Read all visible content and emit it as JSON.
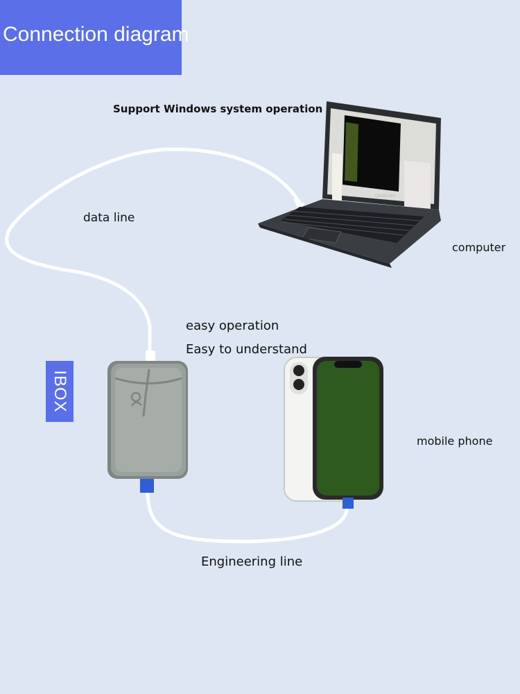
{
  "title": "Connection diagram",
  "labels": {
    "support": "Support Windows system operation",
    "data_line": "data line",
    "computer": "computer",
    "easy_operation": "easy operation",
    "easy_understand": "Easy to understand",
    "mobile_phone": "mobile phone",
    "engineering_line": "Engineering line",
    "ibox": "IBOX",
    "laptop_brand": "SAMSUNG"
  },
  "colors": {
    "background": "#dde6f2",
    "accent_blue": "#5a6fe8",
    "connector_blue": "#2f5fd6",
    "cable": "#ffffff",
    "phone_screen": "#2f5a1e"
  },
  "icons": {
    "laptop": "laptop-icon",
    "box": "ibox-device-icon",
    "phone": "smartphone-icon"
  }
}
